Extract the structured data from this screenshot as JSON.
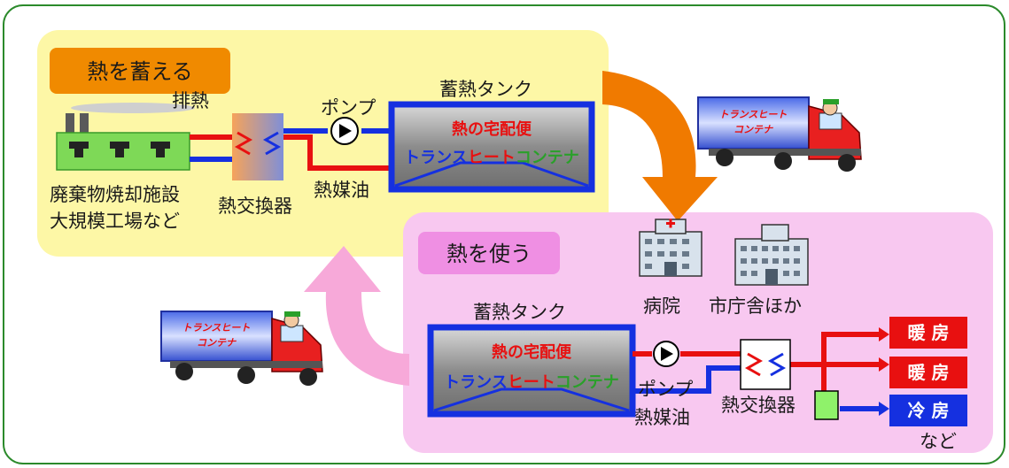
{
  "store_section": {
    "tag": "熱を蓄える",
    "exhaust_heat_label": "排熱",
    "source_label_line1": "廃棄物焼却施設",
    "source_label_line2": "大規模工場など",
    "heat_exchanger_label": "熱交換器",
    "pump_label": "ポンプ",
    "heat_oil_label": "熱媒油",
    "tank_title": "蓄熱タンク",
    "tank_text1": "熱の宅配便",
    "tank_text2_part1": "トランス",
    "tank_text2_part2": "ヒート",
    "tank_text2_part3": "コンテナ"
  },
  "use_section": {
    "tag": "熱を使う",
    "hospital_label": "病院",
    "city_hall_label": "市庁舎ほか",
    "tank_title": "蓄熱タンク",
    "tank_text1": "熱の宅配便",
    "tank_text2_part1": "トランス",
    "tank_text2_part2": "ヒート",
    "tank_text2_part3": "コンテナ",
    "pump_label": "ポンプ",
    "heat_oil_label": "熱媒油",
    "heat_exchanger_label": "熱交換器",
    "outputs": [
      "暖 房",
      "暖 房",
      "冷 房"
    ],
    "outputs_more": "など"
  },
  "truck_container_text_line1": "トランスヒート",
  "truck_container_text_line2": "コンテナ",
  "colors": {
    "store_bg": "#fdf7a6",
    "use_bg": "#f8c8f0",
    "store_tag": "#f08a00",
    "use_tag": "#ef8fe3",
    "tank_border": "#1530e0",
    "hot_line": "#e81010",
    "cold_line": "#1530e0",
    "orange_arrow": "#f07a00",
    "pink_arrow": "#f7a9d9",
    "outer_border": "#2b8a2b"
  }
}
